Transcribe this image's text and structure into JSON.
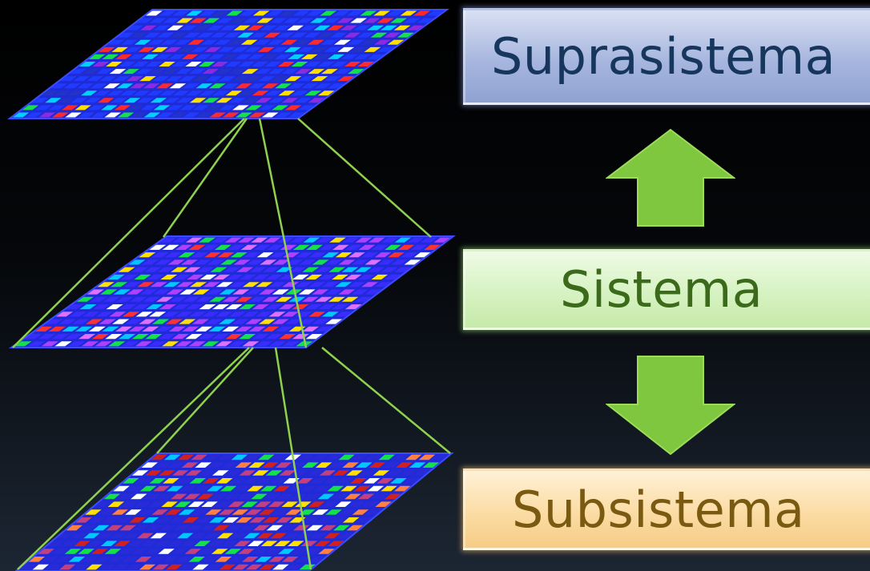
{
  "labels": {
    "suprasistema": "Suprasistema",
    "sistema": "Sistema",
    "subsistema": "Subsistema"
  },
  "colors": {
    "grid_base": "#1f2bd6",
    "grid_border": "#3b4cff",
    "connector": "#8fd14f",
    "arrow_fill": "#7ec73f",
    "arrow_stroke": "#9ddc5a",
    "cell_palette_top": [
      "#1f3bff",
      "#2233c8",
      "#00d0ff",
      "#14e04a",
      "#ffe000",
      "#ff2a2a",
      "#8a2be2",
      "#ffffff"
    ],
    "cell_palette_middle": [
      "#3a2bff",
      "#b040ff",
      "#e070ff",
      "#00c8ff",
      "#14e04a",
      "#ffe000",
      "#ff3030",
      "#ffffff"
    ],
    "cell_palette_bottom": [
      "#2a2bd8",
      "#c04080",
      "#ff8040",
      "#00c8ff",
      "#14e04a",
      "#ffe000",
      "#d02020",
      "#ffffff"
    ]
  },
  "icons": {
    "up_arrow": "up-arrow-icon",
    "down_arrow": "down-arrow-icon"
  }
}
